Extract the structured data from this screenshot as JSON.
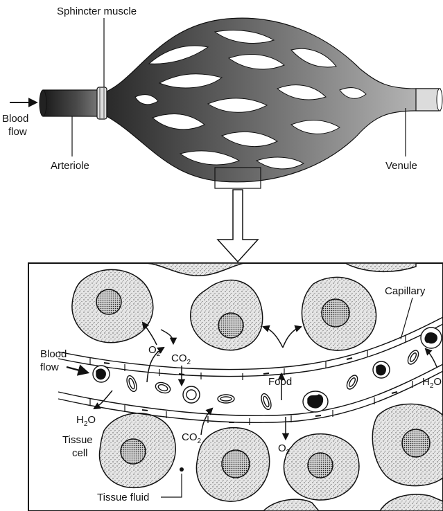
{
  "top": {
    "sphincter_label": "Sphincter muscle",
    "blood_flow_label_1": "Blood",
    "blood_flow_label_2": "flow",
    "arteriole_label": "Arteriole",
    "venule_label": "Venule"
  },
  "detail": {
    "capillary_label": "Capillary",
    "blood_flow_label_1": "Blood",
    "blood_flow_label_2": "flow",
    "food_label": "Food",
    "tissue_cell_label_1": "Tissue",
    "tissue_cell_label_2": "cell",
    "tissue_fluid_label": "Tissue fluid",
    "o2_main": "O",
    "o2_sub": "2",
    "co2_main": "CO",
    "co2_sub": "2",
    "h2o_h": "H",
    "h2o_sub": "2",
    "h2o_o": "O",
    "h2o_right_h": "H",
    "h2o_right_sub": "2",
    "h2o_right_o": "O"
  }
}
